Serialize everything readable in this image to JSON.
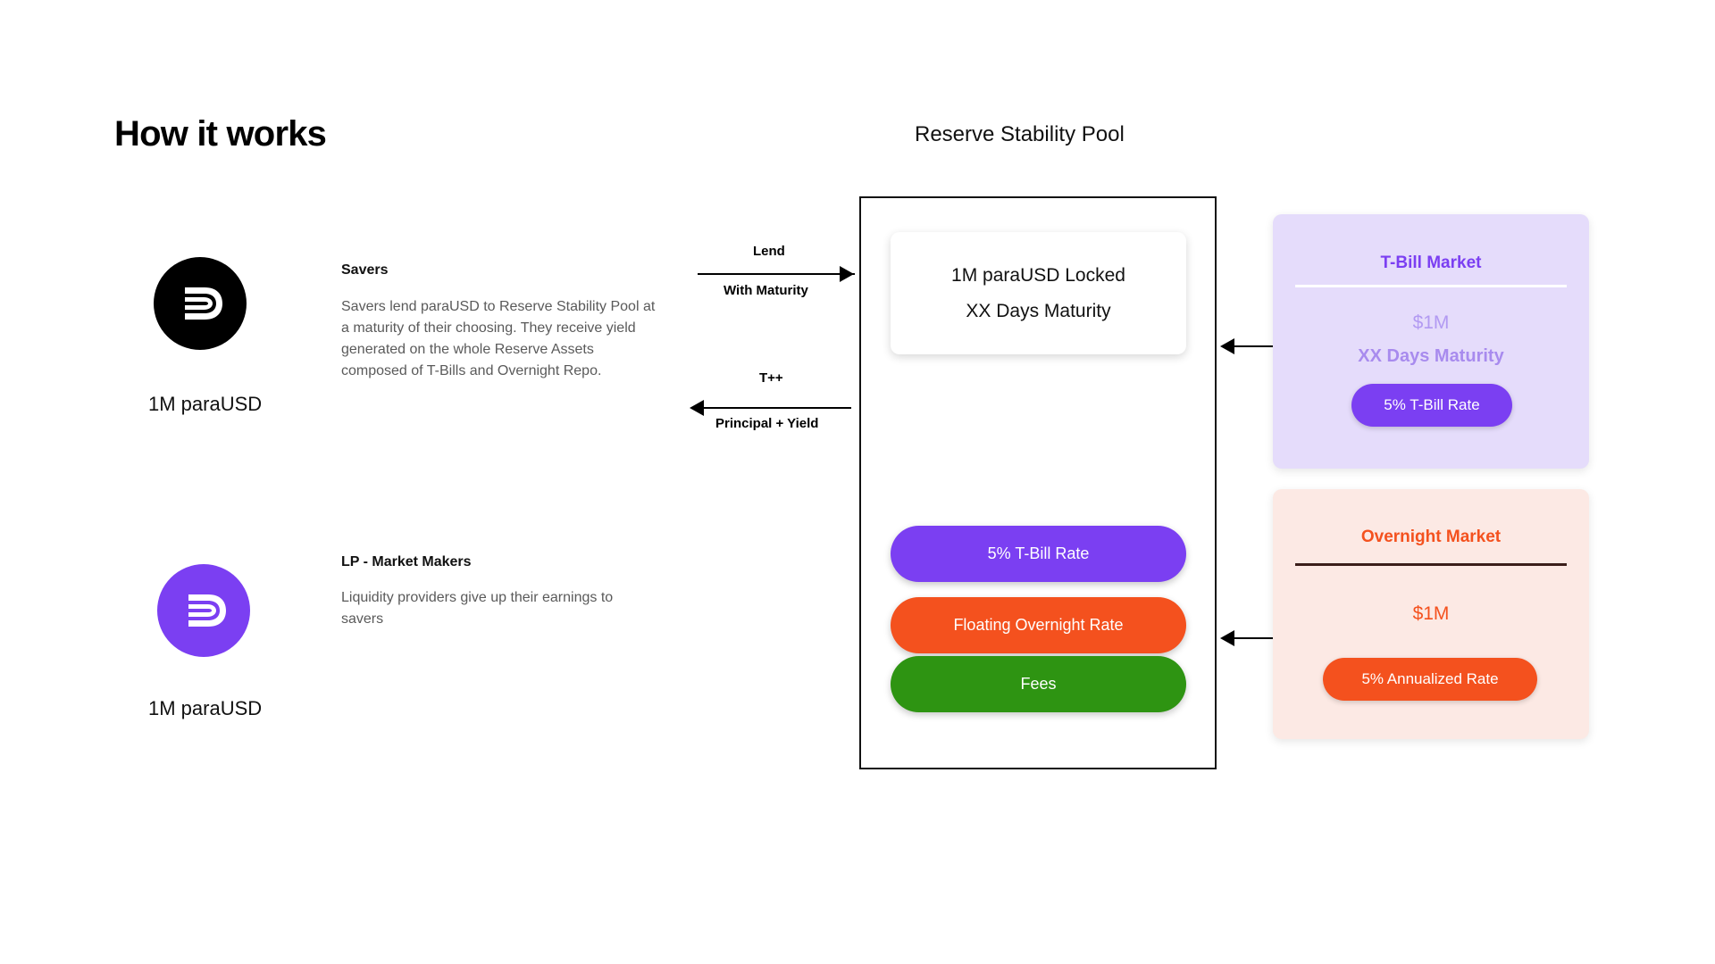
{
  "page": {
    "title": "How it works",
    "background": "#ffffff"
  },
  "colors": {
    "purple": "#7B3FF2",
    "purple_light_bg": "#E5DCFB",
    "purple_muted_text": "#A88BEE",
    "orange": "#F4511E",
    "orange_light_bg": "#FCE9E4",
    "green": "#2E9412",
    "black": "#000000",
    "body_text": "#5a5a5a"
  },
  "actors": [
    {
      "logo_icon": "parausd-logo-icon",
      "logo_background": "#000000",
      "amount": "1M paraUSD",
      "heading": "Savers",
      "body": "Savers lend paraUSD to Reserve Stability Pool at a maturity of their choosing. They receive yield generated on the whole Reserve Assets composed of T-Bills and Overnight Repo."
    },
    {
      "logo_icon": "parausd-logo-icon",
      "logo_background": "#7B3FF2",
      "amount": "1M paraUSD",
      "heading": "LP - Market Makers",
      "body": "Liquidity providers give up their earnings to savers"
    }
  ],
  "flows": [
    {
      "direction": "right",
      "label_top": "Lend",
      "label_bottom": "With Maturity"
    },
    {
      "direction": "left",
      "label_top": "T++",
      "label_bottom": "Principal + Yield"
    }
  ],
  "pool": {
    "title": "Reserve Stability Pool",
    "locked_card": {
      "line1": "1M paraUSD Locked",
      "line2": "XX Days Maturity"
    },
    "pills": [
      {
        "label": "5% T-Bill Rate",
        "color": "#7B3FF2"
      },
      {
        "label": "Floating Overnight Rate",
        "color": "#F4511E"
      },
      {
        "label": "Fees",
        "color": "#2E9412"
      }
    ]
  },
  "markets": [
    {
      "title": "T-Bill Market",
      "amount": "$1M",
      "maturity": "XX Days Maturity",
      "pill_label": "5% T-Bill Rate",
      "accent": "#7B3FF2",
      "background": "#E5DCFB",
      "divider_color": "#ffffff"
    },
    {
      "title": "Overnight Market",
      "amount": "$1M",
      "pill_label": "5% Annualized Rate",
      "accent": "#F4511E",
      "background": "#FCE9E4",
      "divider_color": "#3B1E1A"
    }
  ]
}
